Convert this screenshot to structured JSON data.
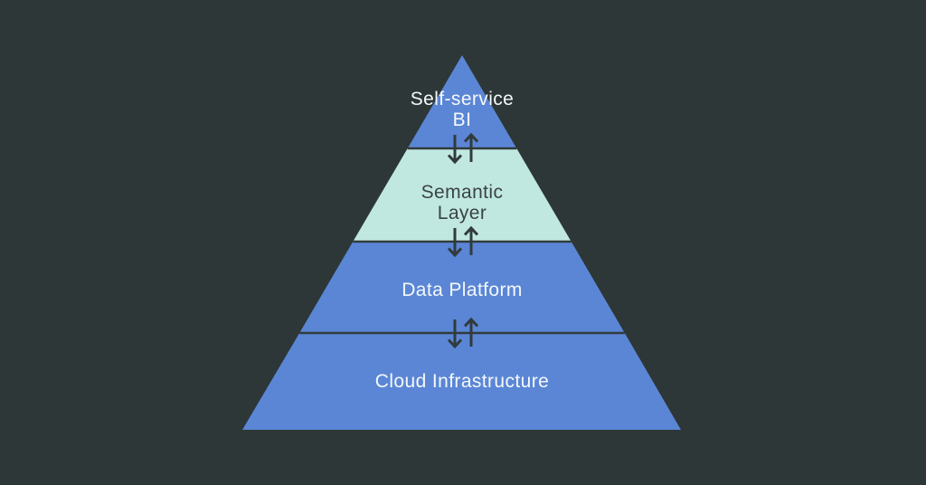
{
  "diagram": {
    "type": "pyramid",
    "colors": {
      "background": "#2d3737",
      "stroke": "#313b3b",
      "blue": "#5b86d6",
      "mint": "#c0e8e1",
      "text_light": "#f4f8f8",
      "text_dark": "#3a4343"
    },
    "layers": [
      {
        "name": "self-service-bi",
        "lines": [
          "Self-service",
          "BI"
        ],
        "fill": "#5b86d6",
        "text_color": "#f4f8f8"
      },
      {
        "name": "semantic-layer",
        "lines": [
          "Semantic",
          "Layer"
        ],
        "fill": "#c0e8e1",
        "text_color": "#3a4343"
      },
      {
        "name": "data-platform",
        "lines": [
          "Data Platform"
        ],
        "fill": "#5b86d6",
        "text_color": "#f4f8f8"
      },
      {
        "name": "cloud-infrastructure",
        "lines": [
          "Cloud Infrastructure"
        ],
        "fill": "#5b86d6",
        "text_color": "#f4f8f8"
      }
    ],
    "connector_icons": [
      "down-arrow-icon",
      "up-arrow-icon"
    ]
  }
}
